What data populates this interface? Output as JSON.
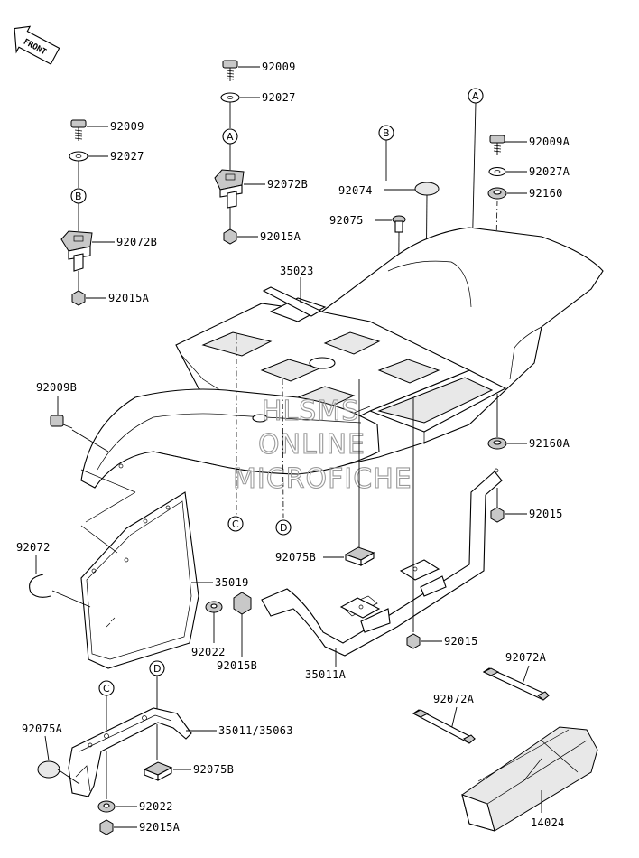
{
  "orientation": {
    "front_label": "FRONT"
  },
  "watermark": {
    "line1": "HLSMS",
    "line2": "ONLINE",
    "line3": "MICROFICHE"
  },
  "refs": {
    "a": "A",
    "b": "B",
    "c": "C",
    "d": "D"
  },
  "parts": {
    "p92009_top": "92009",
    "p92027_top": "92027",
    "p92072B_top": "92072B",
    "p92015A_top": "92015A",
    "p92009_left": "92009",
    "p92027_left": "92027",
    "p92072B_left": "92072B",
    "p92015A_left": "92015A",
    "p35023": "35023",
    "p92074": "92074",
    "p92075": "92075",
    "p92009A": "92009A",
    "p92027A": "92027A",
    "p92160": "92160",
    "p92009B": "92009B",
    "p92160A": "92160A",
    "p92015_right": "92015",
    "p92072": "92072",
    "p35019": "35019",
    "p92075B_mid": "92075B",
    "p92022_mid": "92022",
    "p92015B": "92015B",
    "p92015_mid": "92015",
    "p35011A": "35011A",
    "p92072A_upper": "92072A",
    "p92072A_lower": "92072A",
    "p92075A": "92075A",
    "p35011_35063": "35011/35063",
    "p92075B_low": "92075B",
    "p92022_low": "92022",
    "p92015A_low": "92015A",
    "p14024": "14024"
  }
}
